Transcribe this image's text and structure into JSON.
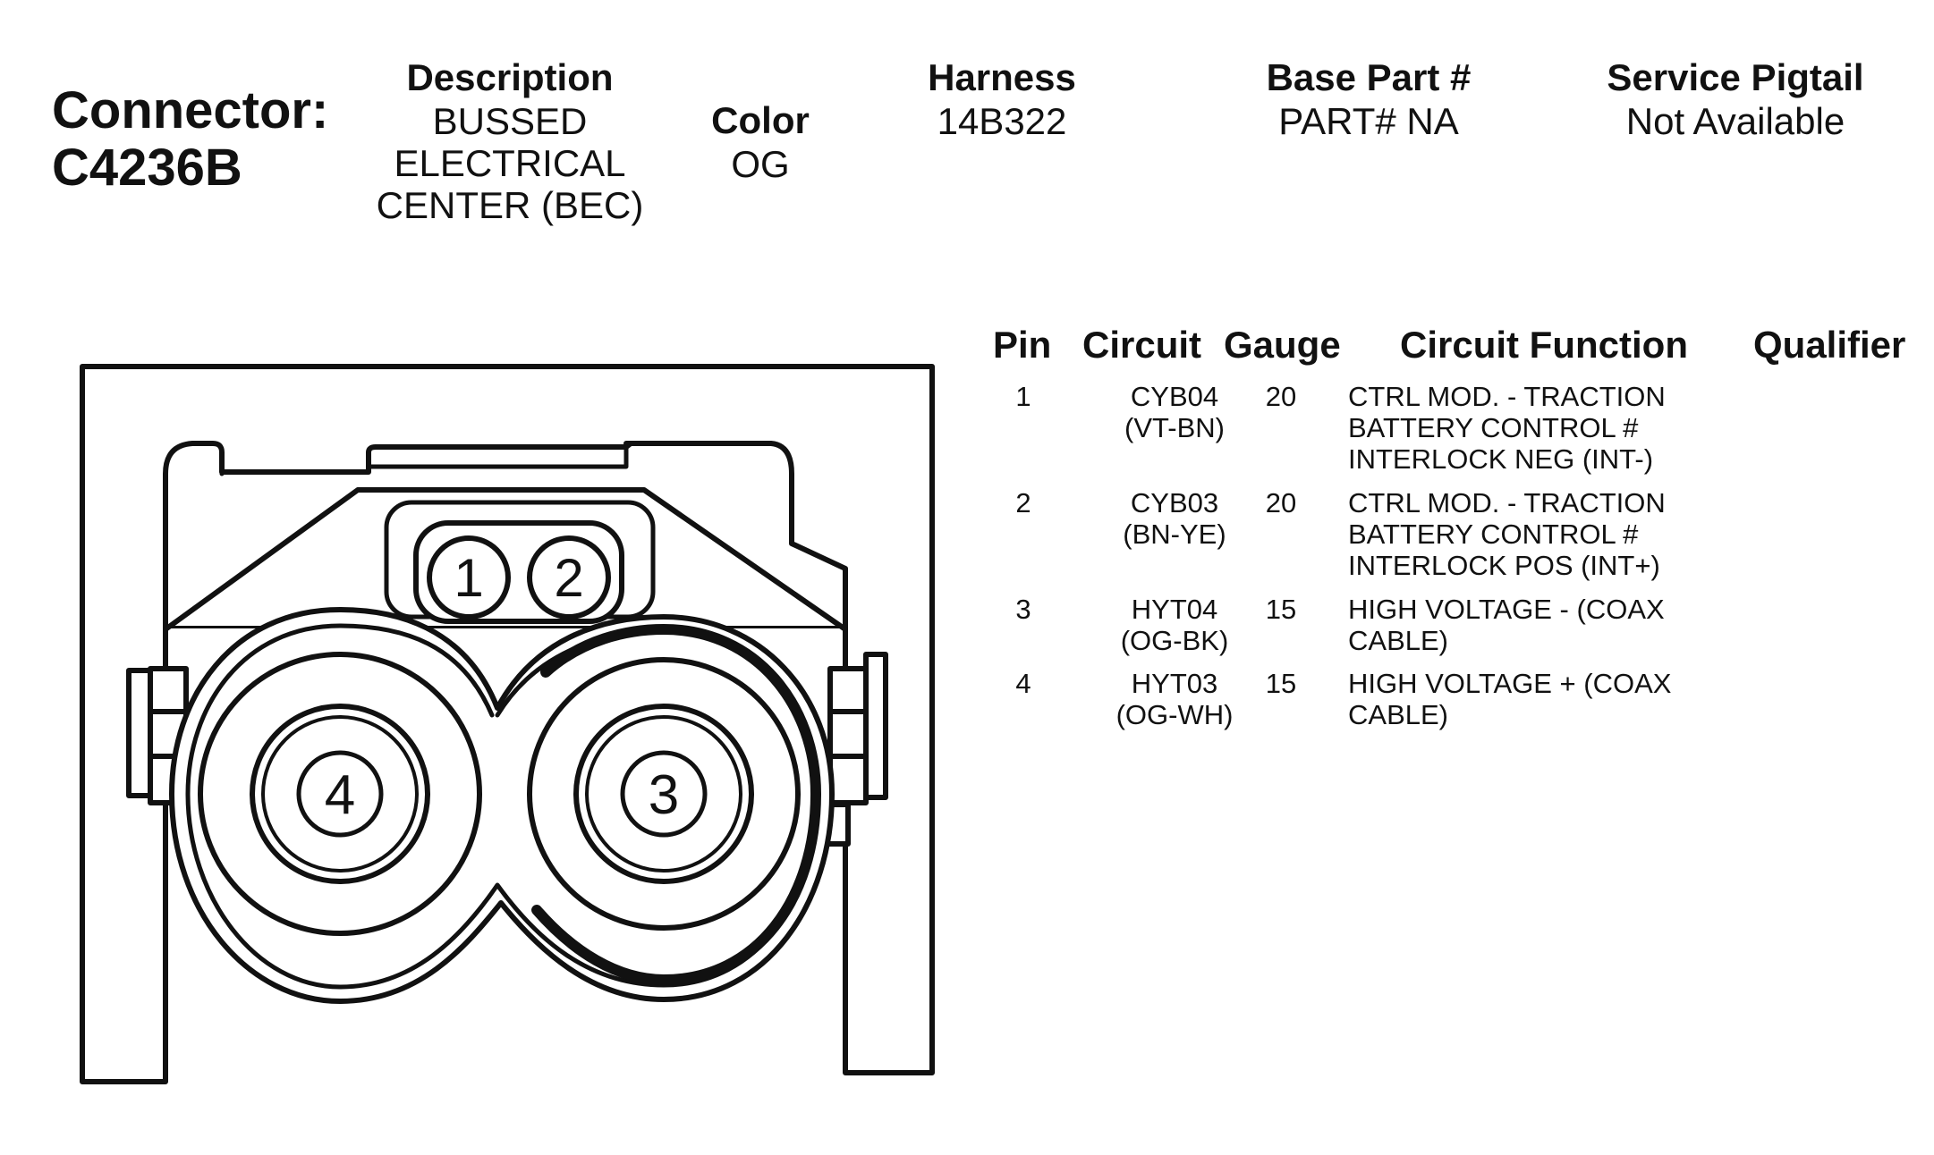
{
  "connector": {
    "label": "Connector:",
    "id": "C4236B"
  },
  "header": {
    "description": {
      "label": "Description",
      "lines": [
        "BUSSED",
        "ELECTRICAL",
        "CENTER (BEC)"
      ]
    },
    "color": {
      "label": "Color",
      "value": "OG"
    },
    "harness": {
      "label": "Harness",
      "value": "14B322"
    },
    "base_part": {
      "label": "Base Part #",
      "value": "PART# NA"
    },
    "service_pigtail": {
      "label": "Service Pigtail",
      "value": "Not Available"
    }
  },
  "table": {
    "headers": [
      "Pin",
      "Circuit",
      "Gauge",
      "Circuit Function",
      "Qualifier"
    ],
    "rows": [
      {
        "pin": "1",
        "circuit": [
          "CYB04",
          "(VT-BN)"
        ],
        "gauge": "20",
        "function": [
          "CTRL MOD. - TRACTION",
          "BATTERY CONTROL #",
          "INTERLOCK NEG (INT-)"
        ],
        "qualifier": ""
      },
      {
        "pin": "2",
        "circuit": [
          "CYB03",
          "(BN-YE)"
        ],
        "gauge": "20",
        "function": [
          "CTRL MOD. - TRACTION",
          "BATTERY CONTROL #",
          "INTERLOCK POS (INT+)"
        ],
        "qualifier": ""
      },
      {
        "pin": "3",
        "circuit": [
          "HYT04",
          "(OG-BK)"
        ],
        "gauge": "15",
        "function": [
          "HIGH VOLTAGE - (COAX",
          "CABLE)"
        ],
        "qualifier": ""
      },
      {
        "pin": "4",
        "circuit": [
          "HYT03",
          "(OG-WH)"
        ],
        "gauge": "15",
        "function": [
          "HIGH VOLTAGE + (COAX",
          "CABLE)"
        ],
        "qualifier": ""
      }
    ]
  },
  "diagram": {
    "pin_labels": {
      "p1": "1",
      "p2": "2",
      "p3": "3",
      "p4": "4"
    }
  }
}
